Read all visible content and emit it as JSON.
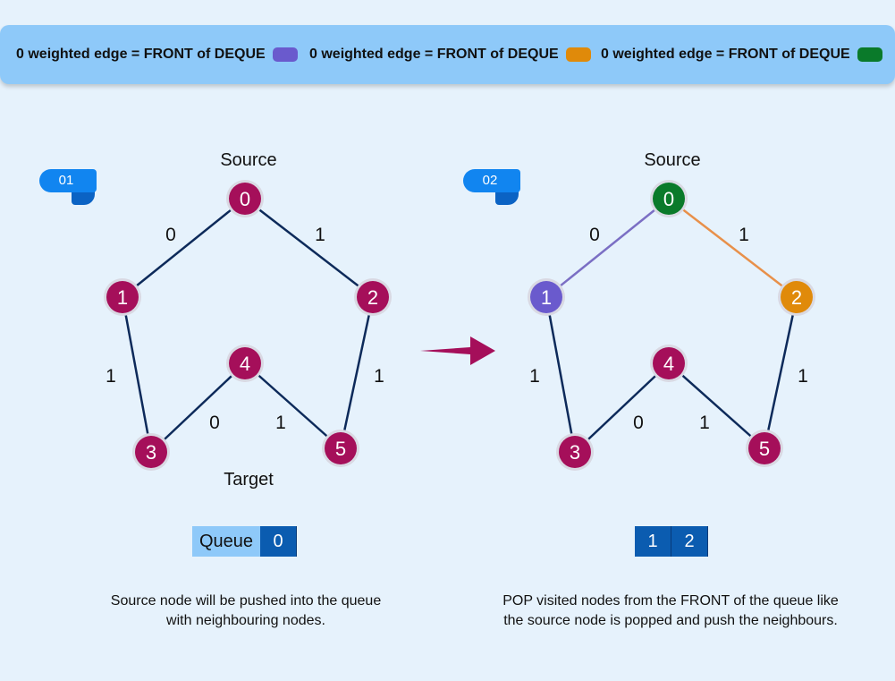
{
  "legend": [
    {
      "label": "0 weighted edge = FRONT of DEQUE",
      "color": "#6a5acd"
    },
    {
      "label": "0 weighted edge = FRONT of DEQUE",
      "color": "#e08a0a"
    },
    {
      "label": "0 weighted edge = FRONT of DEQUE",
      "color": "#0a7a2a"
    }
  ],
  "panels": [
    {
      "step": "01",
      "source_label": "Source",
      "target_label": "Target",
      "queue_label": "Queue",
      "queue": [
        "0"
      ],
      "caption_line1": "Source node will be pushed into the queue",
      "caption_line2": "with neighbouring nodes.",
      "nodes": [
        {
          "id": "0",
          "color": "#a50f5a"
        },
        {
          "id": "1",
          "color": "#a50f5a"
        },
        {
          "id": "2",
          "color": "#a50f5a"
        },
        {
          "id": "3",
          "color": "#a50f5a"
        },
        {
          "id": "4",
          "color": "#a50f5a"
        },
        {
          "id": "5",
          "color": "#a50f5a"
        }
      ],
      "edges": [
        {
          "from": "0",
          "to": "1",
          "weight": "0",
          "color": "#0d2a5a"
        },
        {
          "from": "0",
          "to": "2",
          "weight": "1",
          "color": "#0d2a5a"
        },
        {
          "from": "1",
          "to": "3",
          "weight": "1",
          "color": "#0d2a5a"
        },
        {
          "from": "2",
          "to": "5",
          "weight": "1",
          "color": "#0d2a5a"
        },
        {
          "from": "4",
          "to": "3",
          "weight": "0",
          "color": "#0d2a5a"
        },
        {
          "from": "4",
          "to": "5",
          "weight": "1",
          "color": "#0d2a5a"
        }
      ]
    },
    {
      "step": "02",
      "source_label": "Source",
      "queue": [
        "1",
        "2"
      ],
      "caption_line1": "POP visited nodes from the FRONT of the queue like",
      "caption_line2": "the source node is popped and push the neighbours.",
      "nodes": [
        {
          "id": "0",
          "color": "#0a7a2a"
        },
        {
          "id": "1",
          "color": "#6a5acd"
        },
        {
          "id": "2",
          "color": "#e08a0a"
        },
        {
          "id": "3",
          "color": "#a50f5a"
        },
        {
          "id": "4",
          "color": "#a50f5a"
        },
        {
          "id": "5",
          "color": "#a50f5a"
        }
      ],
      "edges": [
        {
          "from": "0",
          "to": "1",
          "weight": "0",
          "color": "#7b6fc4"
        },
        {
          "from": "0",
          "to": "2",
          "weight": "1",
          "color": "#e8904a"
        },
        {
          "from": "1",
          "to": "3",
          "weight": "1",
          "color": "#0d2a5a"
        },
        {
          "from": "2",
          "to": "5",
          "weight": "1",
          "color": "#0d2a5a"
        },
        {
          "from": "4",
          "to": "3",
          "weight": "0",
          "color": "#0d2a5a"
        },
        {
          "from": "4",
          "to": "5",
          "weight": "1",
          "color": "#0d2a5a"
        }
      ]
    }
  ]
}
